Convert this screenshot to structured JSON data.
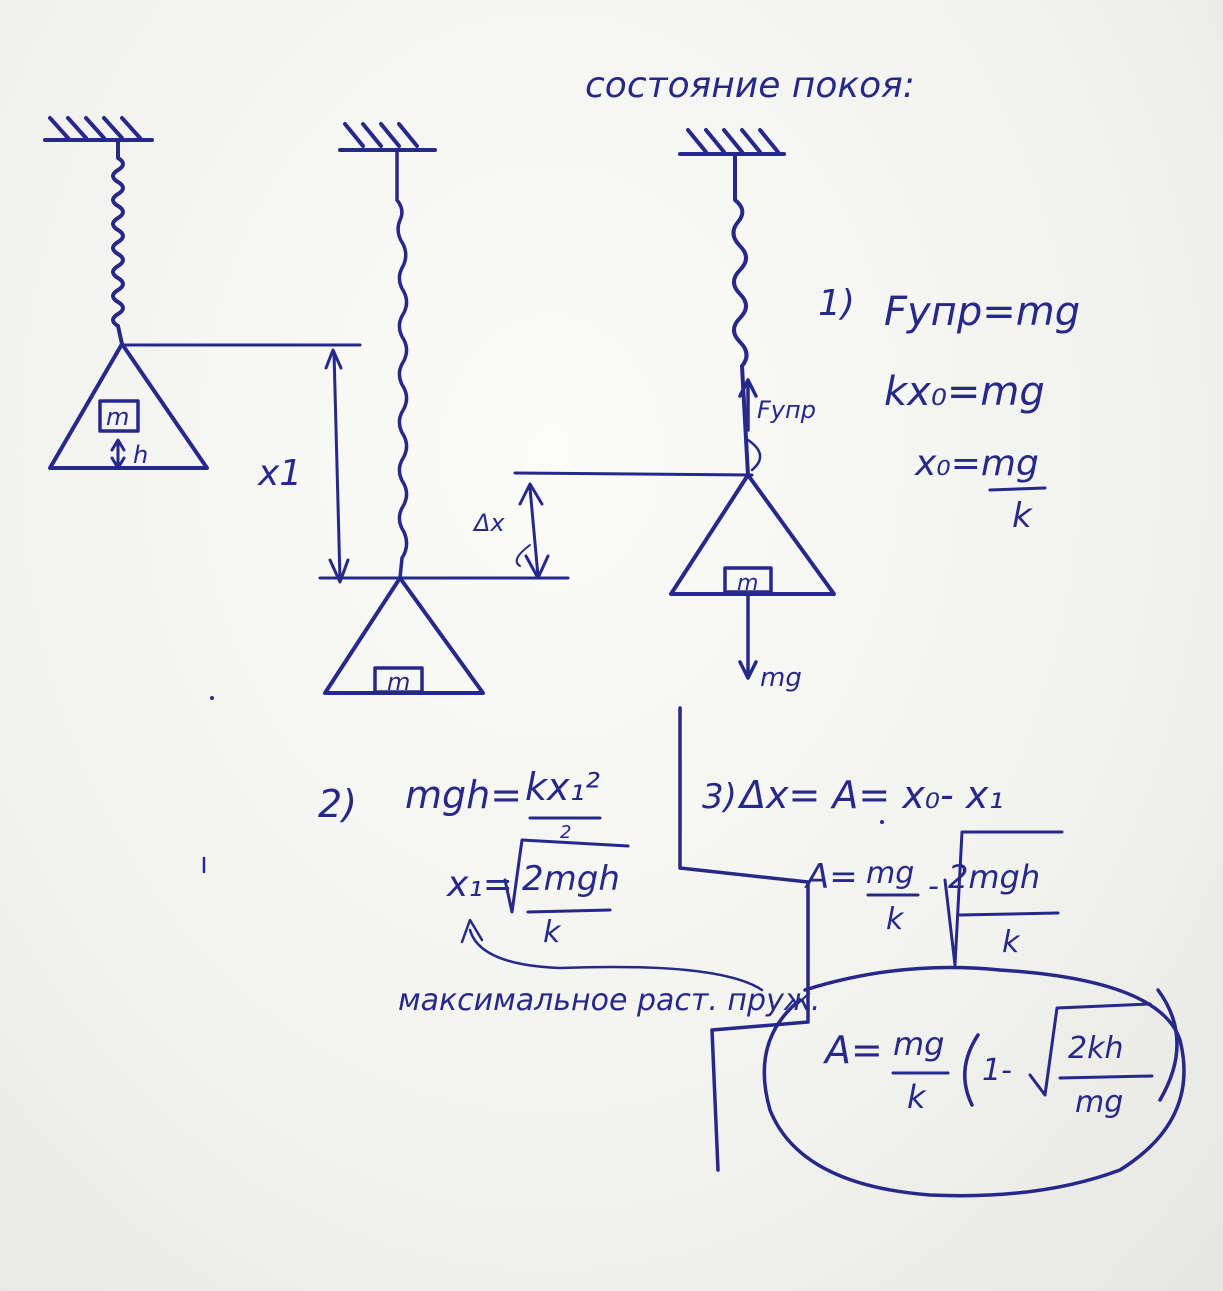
{
  "diagram": {
    "heading": "состояние покоя:",
    "labels": {
      "mass": "m",
      "height": "h",
      "elongation": "x1",
      "delta": "Δx",
      "spring_force": "Fупр",
      "gravity": "mg"
    },
    "equations": {
      "eq1_num": "1)",
      "eq1_a": "Fупр=mg",
      "eq1_b": "kx₀=mg",
      "eq1_c_num": "x₀=mg",
      "eq1_c_den": "k",
      "eq2_num": "2)",
      "eq2_a_left": "mgh=",
      "eq2_a_num": "kx₁²",
      "eq2_a_den": "2",
      "eq2_b_left": "x₁=",
      "eq2_b_num": "2mgh",
      "eq2_b_den": "k",
      "eq2_note": "максимальное раст. пруж.",
      "eq3_num": "3)",
      "eq3_a": "Δx= A= x₀- x₁",
      "eq3_b_left": "A=",
      "eq3_b_frac_num": "mg",
      "eq3_b_frac_den": "k",
      "eq3_b_minus": "-",
      "eq3_b_root_num": "2mgh",
      "eq3_b_root_den": "k",
      "final_left": "A=",
      "final_frac_num": "mg",
      "final_frac_den": "k",
      "final_one": "1-",
      "final_root_num": "2kh",
      "final_root_den": "mg"
    }
  }
}
